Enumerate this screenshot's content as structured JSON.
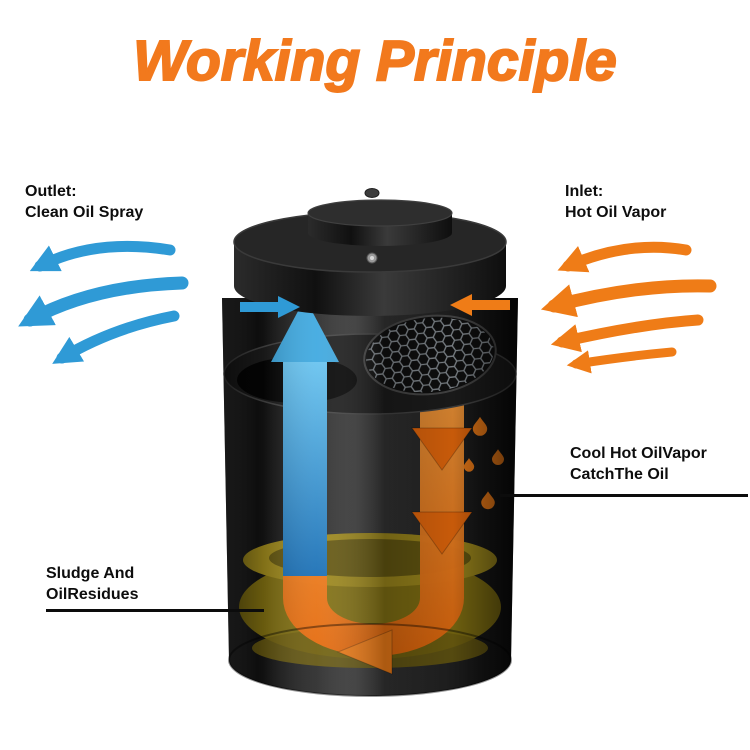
{
  "title": "Working Principle",
  "annotations": {
    "outlet": {
      "heading": "Outlet:",
      "text": "Clean Oil Spray"
    },
    "inlet": {
      "heading": "Inlet:",
      "text": "Hot Oil Vapor"
    },
    "cool_catch": {
      "line1": "Cool Hot OilVapor",
      "line2": "CatchThe Oil"
    },
    "sludge": {
      "line1": "Sludge And",
      "line2": "OilResidues"
    }
  },
  "colors": {
    "title_orange": "#F2791D",
    "clean_flow_blue": "#2F9AD6",
    "hot_flow_orange": "#EF7C17",
    "sludge_olive": "#9D881C",
    "device_body_dark": "#1E1E1E",
    "background": "#FFFFFF"
  },
  "icons": {
    "outlet_arrows": "blue-swoosh-arrows",
    "inlet_arrows": "orange-swoosh-arrows",
    "filter": "honeycomb-mesh",
    "droplets": "oil-droplets"
  }
}
